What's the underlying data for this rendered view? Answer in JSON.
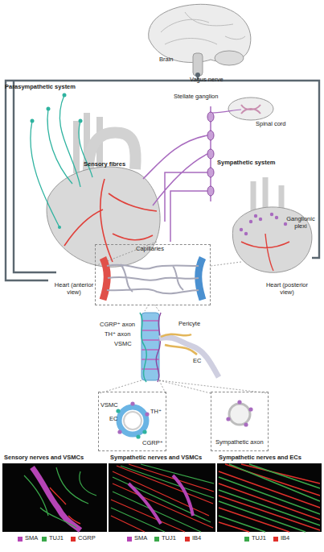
{
  "diagram": {
    "nodes": [
      {
        "text": [
          "Capillaries"
        ]
      },
      {
        "text": [
          "VSMC",
          "EC",
          "TH⁺",
          "CGRP⁺"
        ]
      },
      {
        "text": [
          "Sympathetic axon"
        ]
      },
      {
        "text": [
          "Sensory nerves and VSMCs"
        ]
      },
      {
        "text": [
          "Sympathetic nerves and VSMCs"
        ]
      },
      {
        "text": [
          "Sympathetic nerves and ECs"
        ]
      }
    ],
    "labels": [
      "Brain",
      "Vagus nerve",
      "Parasympathetic system",
      "Stellate ganglion",
      "Spinal cord",
      "Sensory fibres",
      "Sympathetic system",
      "Heart (anterior view)",
      "Heart (posterior view)",
      "Ganglionic plexi",
      "CGRP⁺ axon",
      "TH⁺ axon",
      "VSMC",
      "Pericyte",
      "EC"
    ],
    "legend": [
      {
        "text": "SMA",
        "color": "#b544b5"
      },
      {
        "text": "TUJ1",
        "color": "#3aa84a"
      },
      {
        "text": "CGRP",
        "color": "#e0302a"
      },
      {
        "text": "SMA",
        "color": "#b544b5"
      },
      {
        "text": "TUJ1",
        "color": "#3aa84a"
      },
      {
        "text": "IB4",
        "color": "#e0302a"
      },
      {
        "text": "TUJ1",
        "color": "#3aa84a"
      },
      {
        "text": "IB4",
        "color": "#e0302a"
      }
    ]
  }
}
